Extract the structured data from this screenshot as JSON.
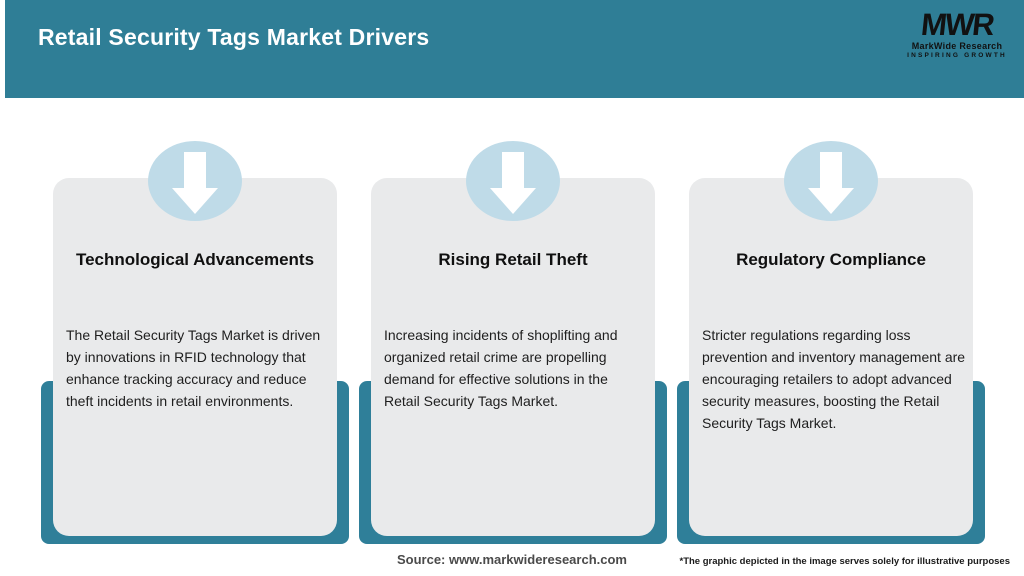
{
  "header": {
    "title": "Retail Security Tags Market Drivers"
  },
  "logo": {
    "monogram": "MWR",
    "name": "MarkWide Research",
    "tagline": "INSPIRING GROWTH"
  },
  "cards": [
    {
      "title": "Technological Advancements",
      "body_lines": [
        "The Retail Security Tags Market is driven",
        "by innovations in RFID technology that",
        "enhance tracking accuracy and reduce",
        "theft incidents in retail environments."
      ]
    },
    {
      "title": "Rising Retail Theft",
      "body_lines": [
        "Increasing incidents of shoplifting and",
        "organized retail crime are propelling",
        "demand for effective solutions in the",
        "Retail Security Tags Market."
      ]
    },
    {
      "title": "Regulatory Compliance",
      "body_lines": [
        "Stricter regulations regarding loss",
        "prevention and inventory management are",
        "encouraging retailers to adopt advanced",
        "security measures, boosting the Retail",
        "Security Tags Market."
      ]
    }
  ],
  "footer": {
    "source": "Source: www.markwideresearch.com",
    "disclaimer": "*The graphic depicted in the image serves solely for illustrative purposes"
  },
  "colors": {
    "header_teal": "#2F7E96",
    "backdrop_teal": "#2F7F99",
    "bubble_blue": "#BFDBE8",
    "card_gray": "#E9EAEB",
    "title_white": "#FFFFFF",
    "text_dark": "#1E1E1E"
  }
}
